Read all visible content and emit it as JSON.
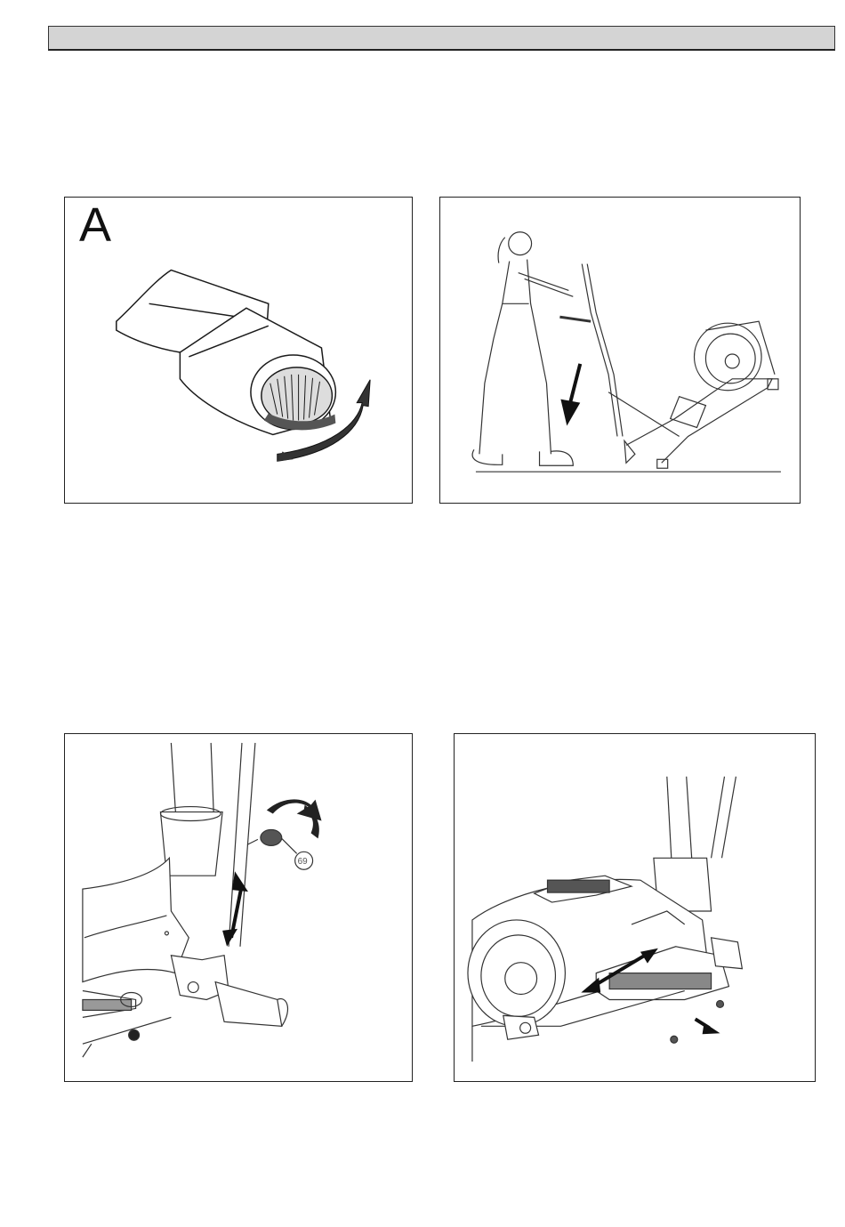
{
  "header": {
    "title": ""
  },
  "panels": {
    "a": {
      "letter": "A",
      "icons": [
        "end-cap-illustration",
        "rotate-arrow-icon"
      ]
    },
    "b": {
      "icons": [
        "person-tilting-elliptical-illustration",
        "down-arrow-icon"
      ]
    },
    "c": {
      "part_label": "69",
      "icons": [
        "knob-illustration",
        "rotate-arrow-icon",
        "up-down-arrow-icon"
      ]
    },
    "d": {
      "icons": [
        "elliptical-pedal-illustration",
        "left-right-arrow-icon",
        "remove-arrow-icon"
      ]
    }
  },
  "colors": {
    "line": "#1a1a1a",
    "header_fill": "#d4d4d4",
    "background": "#ffffff"
  }
}
